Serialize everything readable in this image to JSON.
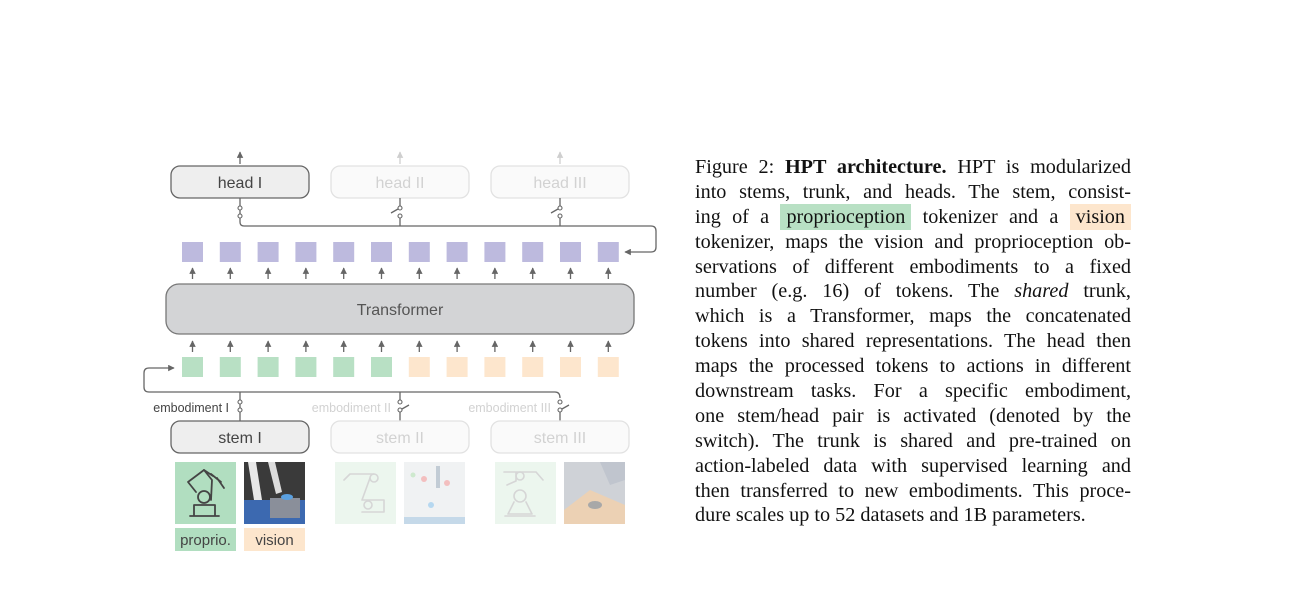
{
  "figure": {
    "heads": [
      {
        "label": "head I",
        "active": true
      },
      {
        "label": "head II",
        "active": false
      },
      {
        "label": "head III",
        "active": false
      }
    ],
    "stems": [
      {
        "label": "stem I",
        "embodiment": "embodiment I",
        "active": true
      },
      {
        "label": "stem II",
        "embodiment": "embodiment II",
        "active": false
      },
      {
        "label": "stem III",
        "embodiment": "embodiment III",
        "active": false
      }
    ],
    "trunk_label": "Transformer",
    "output_token_count": 12,
    "input_tokens": {
      "proprio_count": 6,
      "vision_count": 6
    },
    "legend": {
      "proprio": "proprio.",
      "vision": "vision"
    },
    "colors": {
      "output_token": "#bdbade",
      "proprio_token": "#b8e0c4",
      "vision_token": "#fde6cd",
      "trunk_fill": "#d3d4d6",
      "active_box_fill": "#eeeeee",
      "line": "#666666"
    }
  },
  "caption": {
    "label": "Figure 2:",
    "title": "HPT architecture.",
    "lines": [
      [
        {
          "t": "Figure 2: "
        },
        {
          "t": "HPT architecture.",
          "b": true
        },
        {
          "t": " HPT is modularized"
        }
      ],
      [
        {
          "t": "into stems, trunk, and heads.  The stem, consist-"
        }
      ],
      [
        {
          "t": "ing of a "
        },
        {
          "t": "proprioception",
          "hl": "green"
        },
        {
          "t": " tokenizer and a "
        },
        {
          "t": "vision",
          "hl": "orange"
        }
      ],
      [
        {
          "t": "tokenizer, maps the vision and proprioception ob-"
        }
      ],
      [
        {
          "t": "servations of different embodiments to a fixed"
        }
      ],
      [
        {
          "t": "number (e.g.  16) of tokens.  The "
        },
        {
          "t": "shared",
          "i": true
        },
        {
          "t": " trunk,"
        }
      ],
      [
        {
          "t": "which is a Transformer, maps the concatenated"
        }
      ],
      [
        {
          "t": "tokens into shared representations. The head then"
        }
      ],
      [
        {
          "t": "maps the processed tokens to actions in different"
        }
      ],
      [
        {
          "t": "downstream tasks.  For a specific embodiment,"
        }
      ],
      [
        {
          "t": "one stem/head pair is activated (denoted by the"
        }
      ],
      [
        {
          "t": "switch).  The trunk is shared and pre-trained on"
        }
      ],
      [
        {
          "t": "action-labeled data with supervised learning and"
        }
      ],
      [
        {
          "t": "then transferred to new embodiments. This proce-"
        }
      ],
      [
        {
          "t": "dure scales up to 52 datasets and 1B parameters."
        }
      ]
    ]
  }
}
